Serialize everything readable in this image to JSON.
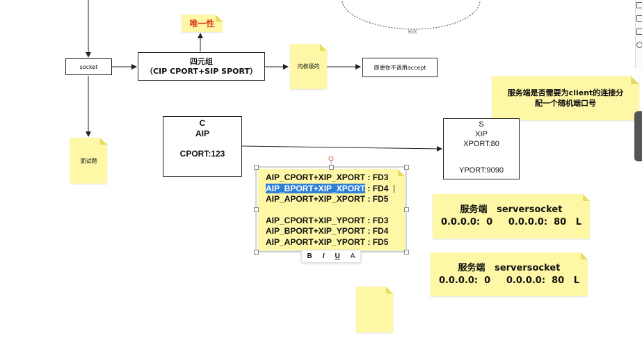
{
  "socket_label": "socket",
  "tuple_box": {
    "line1": "四元组",
    "line2": "（CIP CPORT+SIP SPORT）"
  },
  "uniqueness_note": "唯一性",
  "kernel_note": "内核级的",
  "accept_box": "即便你不调用accept",
  "interview_note": "面试题",
  "ack_label": "ack",
  "question_note": {
    "line1": "服务端是否需要为client的连接分",
    "line2": "配一个随机端口号"
  },
  "client_box": {
    "title": "C",
    "ip": "AIP",
    "port": "CPORT:123"
  },
  "server_box": {
    "title": "S",
    "ip": "XIP",
    "port1": "XPORT:80",
    "port2": "YPORT:9090"
  },
  "fd_note": {
    "lines": [
      "AIP_CPORT+XIP_XPORT : FD3",
      "AIP_BPORT+XIP_XPORT",
      "AIP_APORT+XIP_XPORT : FD5",
      "AIP_CPORT+XIP_YPORT : FD3",
      "AIP_BPORT+XIP_YPORT : FD4",
      "AIP_APORT+XIP_YPORT : FD5"
    ],
    "line2_suffix": " : FD4"
  },
  "format_toolbar": {
    "bold": "B",
    "italic": "I",
    "underline": "U",
    "font_color": "A"
  },
  "server_note_1": {
    "title": "服务端   serversocket",
    "line": "0.0.0.0:  0     0.0.0.0:  80   L"
  },
  "server_note_2": {
    "title": "服务端   serversocket",
    "line": "0.0.0.0:  0     0.0.0.0:  80   L"
  },
  "colors": {
    "note": "#fdf7a6",
    "selection": "#2d7fd8",
    "accent_red": "#e03a1a"
  }
}
